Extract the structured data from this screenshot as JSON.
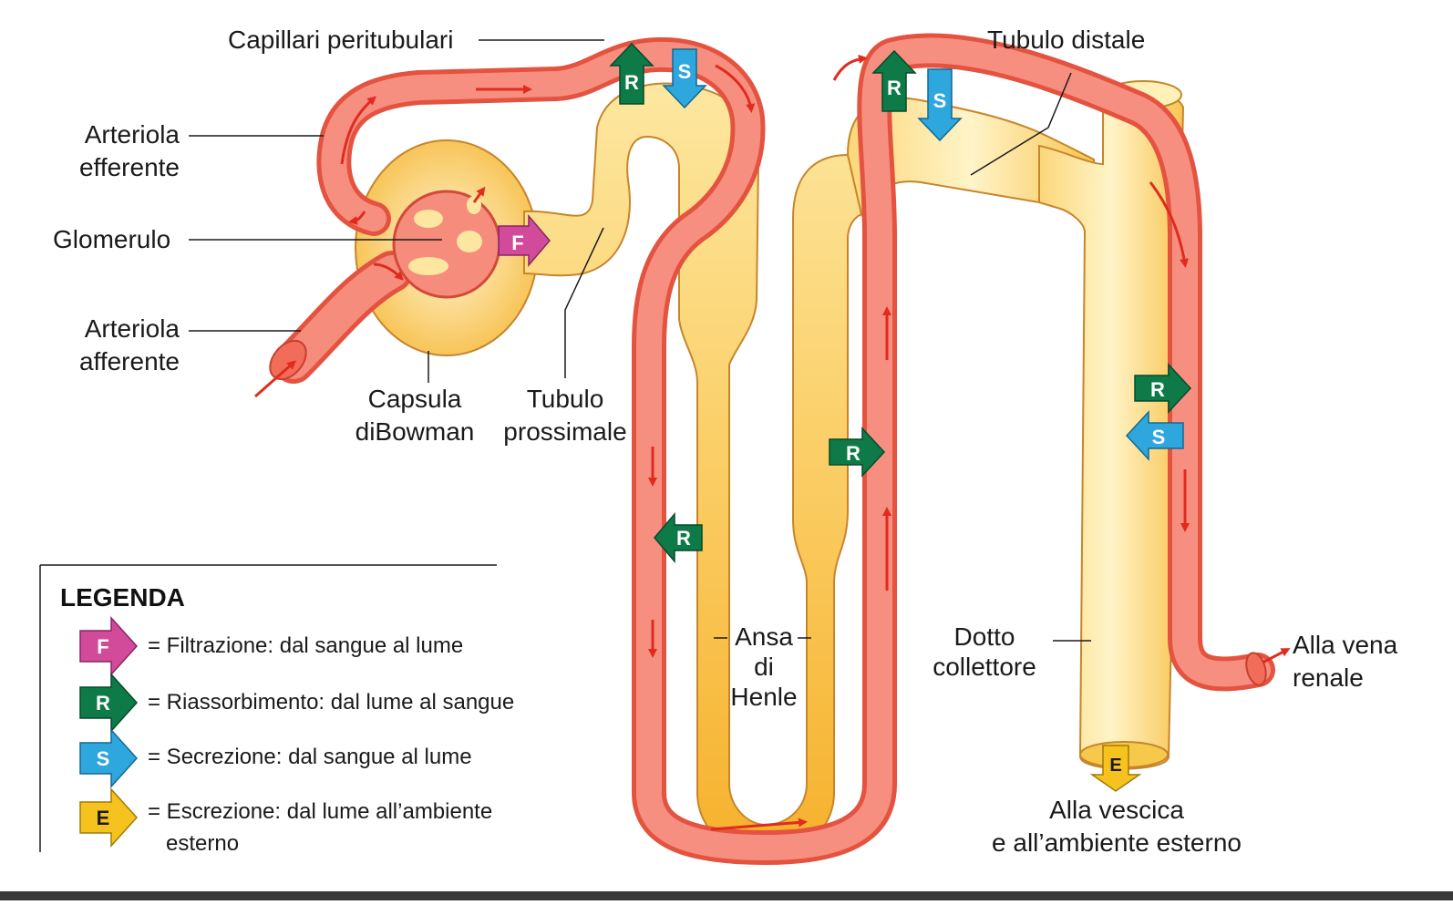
{
  "labels": {
    "capillari": "Capillari peritubulari",
    "arteriola_efferente": "Arteriola\nefferente",
    "glomerulo": "Glomerulo",
    "arteriola_afferente": "Arteriola\nafferente",
    "capsula": "Capsula\ndiBowman",
    "tubulo_prossimale": "Tubulo\nprossimale",
    "tubulo_distale": "Tubulo distale",
    "ansa_henle": "Ansa\ndi\nHenle",
    "dotto_collettore": "Dotto\ncollettore",
    "vena_renale": "Alla vena\nrenale",
    "vescica": "Alla vescica\ne all’ambiente esterno"
  },
  "arrow_letters": {
    "F": "F",
    "R": "R",
    "S": "S",
    "E": "E"
  },
  "legend": {
    "title": "LEGENDA",
    "items": [
      {
        "letter": "F",
        "text": "= Filtrazione: dal sangue al lume"
      },
      {
        "letter": "R",
        "text": "= Riassorbimento: dal lume al sangue"
      },
      {
        "letter": "S",
        "text": "= Secrezione: dal sangue al lume"
      },
      {
        "letter": "E",
        "text": "= Escrezione: dal lume all’ambiente\n   esterno"
      }
    ]
  },
  "colors": {
    "vessel": "#f47f6e",
    "vessel_dark": "#e4533f",
    "tubule": "#fde7a0",
    "tubule_dark": "#f6b93a",
    "F": "#d24a9a",
    "R": "#0d7a48",
    "S": "#2ea6de",
    "E": "#f6c21e",
    "flow_arrow": "#e02b1e"
  }
}
